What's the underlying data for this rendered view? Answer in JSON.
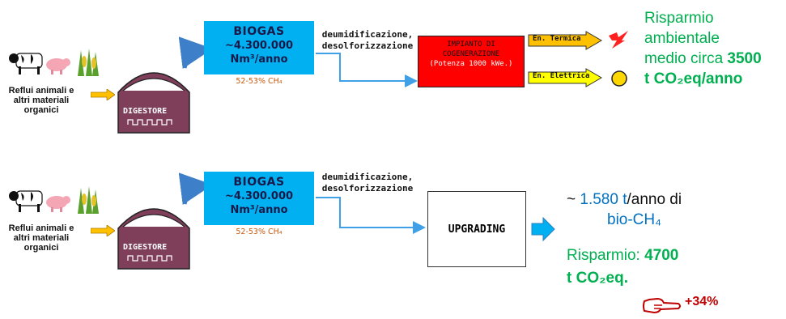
{
  "common": {
    "feed_label": "Reflui animali e altri materiali organici",
    "digester_label": "DIGESTORE",
    "biogas_title": "BIOGAS",
    "biogas_volume": "~4.300.000",
    "biogas_unit": "Nm³/anno",
    "methane_pct": "52-53% CH₄",
    "treatment_line1": "deumidificazione,",
    "treatment_line2": "desolforizzazione"
  },
  "scenario_cogeneration": {
    "plant_line1": "IMPIANTO DI",
    "plant_line2": "COGENERAZIONE",
    "plant_power": "(Potenza 1000 kWe.)",
    "thermal_label": "En. Termica",
    "electric_label": "En. Elettrica",
    "saving_line1": "Risparmio",
    "saving_line2": "ambientale",
    "saving_line3_prefix": "medio circa ",
    "saving_value": "3500",
    "saving_unit": "t CO₂eq/anno"
  },
  "scenario_upgrading": {
    "upgrading_label": "UPGRADING",
    "output_prefix": "~ ",
    "output_value": "1.580 t",
    "output_suffix": "/anno di",
    "output_product": "bio-CH₄",
    "saving_prefix": "Risparmio: ",
    "saving_value": "4700",
    "saving_unit": "t CO₂eq.",
    "increase": "+34%"
  },
  "colors": {
    "biogas_box": "#00b0f0",
    "digester": "#7f3f5a",
    "cogen_box": "#ff0000",
    "energy_arrow": "#ffc000",
    "saving_text": "#00b050",
    "flow_line": "#3fa0e8"
  },
  "icons": [
    "cow-icon",
    "pig-icon",
    "corn-icon",
    "lightning-icon",
    "sun-icon",
    "pointing-hand-icon"
  ]
}
